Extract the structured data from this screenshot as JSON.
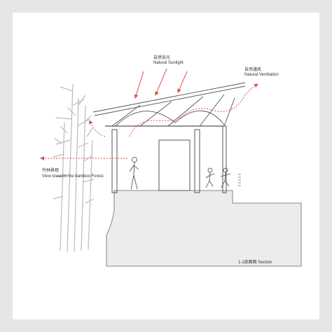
{
  "labels": {
    "sunlight_cn": "自然采光",
    "sunlight_en": "Natural Sunlight",
    "ventilation_cn": "自然通风",
    "ventilation_en": "Natural Ventilation",
    "view_cn": "竹林景观",
    "view_en": "View towards the bamboo Forest",
    "section_title": "1-1剖面图  Section"
  },
  "colors": {
    "annotation_red": "#d9534f",
    "linework": "#555555",
    "ground_fill": "#ececec",
    "sheet_border": "#e6e6e6"
  }
}
